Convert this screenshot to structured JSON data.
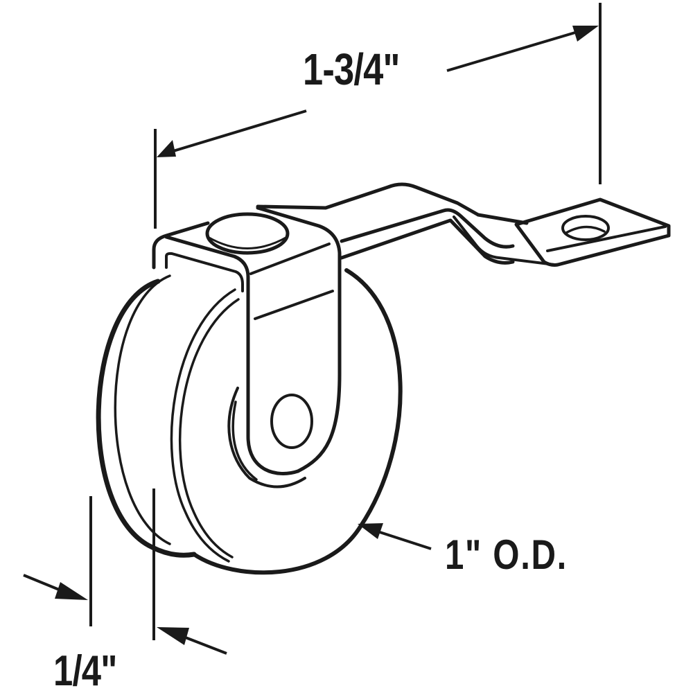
{
  "diagram": {
    "subject": "Sliding door roller wheel with offset mounting bracket",
    "colors": {
      "background": "#ffffff",
      "stroke": "#1a1a1a"
    },
    "dimensions": {
      "overall_length": {
        "label": "1-3/4\"",
        "description": "Bracket length from wheel axle side to mounting tab end"
      },
      "outer_diameter": {
        "label": "1\" O.D.",
        "description": "Wheel outside diameter"
      },
      "wheel_width": {
        "label": "1/4\"",
        "description": "Wheel thickness"
      }
    },
    "parts": [
      {
        "id": "wheel",
        "name": "Roller wheel"
      },
      {
        "id": "bracket",
        "name": "U-shaped fork bracket"
      },
      {
        "id": "rivet",
        "name": "Top rivet head"
      },
      {
        "id": "axle",
        "name": "Axle hole"
      },
      {
        "id": "arm",
        "name": "Offset mounting arm"
      },
      {
        "id": "tab",
        "name": "Mounting tab with screw hole"
      }
    ]
  }
}
